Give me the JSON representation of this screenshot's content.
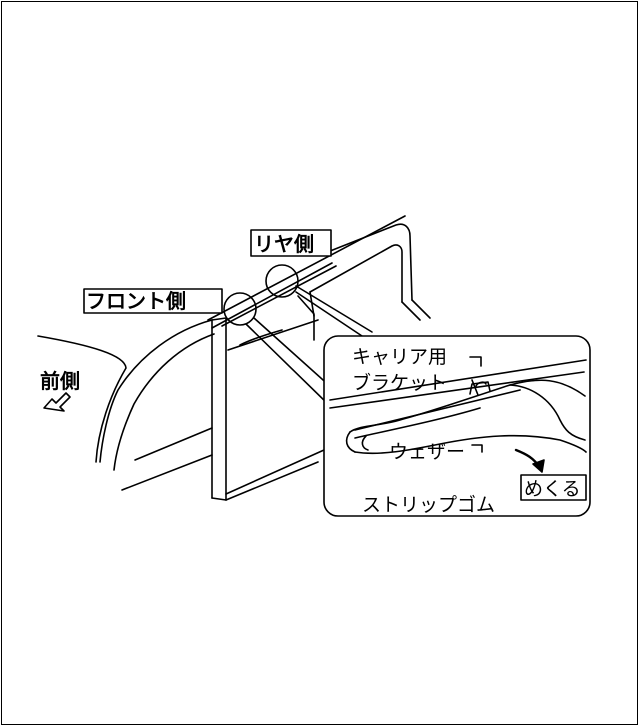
{
  "labels": {
    "rear_side": "リヤ側",
    "front_side": "フロント側",
    "forward": "前側",
    "carrier_bracket_line1": "キャリア用",
    "carrier_bracket_line2": "ブラケット",
    "weatherstrip_line1": "ウェザー",
    "weatherstrip_line2": "ストリップゴム",
    "peel": "めくる"
  },
  "colors": {
    "line": "#000000",
    "background": "#ffffff"
  },
  "icons": {
    "forward_arrow": "hollow-arrow-down-left-icon",
    "peel_arrow": "curved-arrow-icon"
  }
}
